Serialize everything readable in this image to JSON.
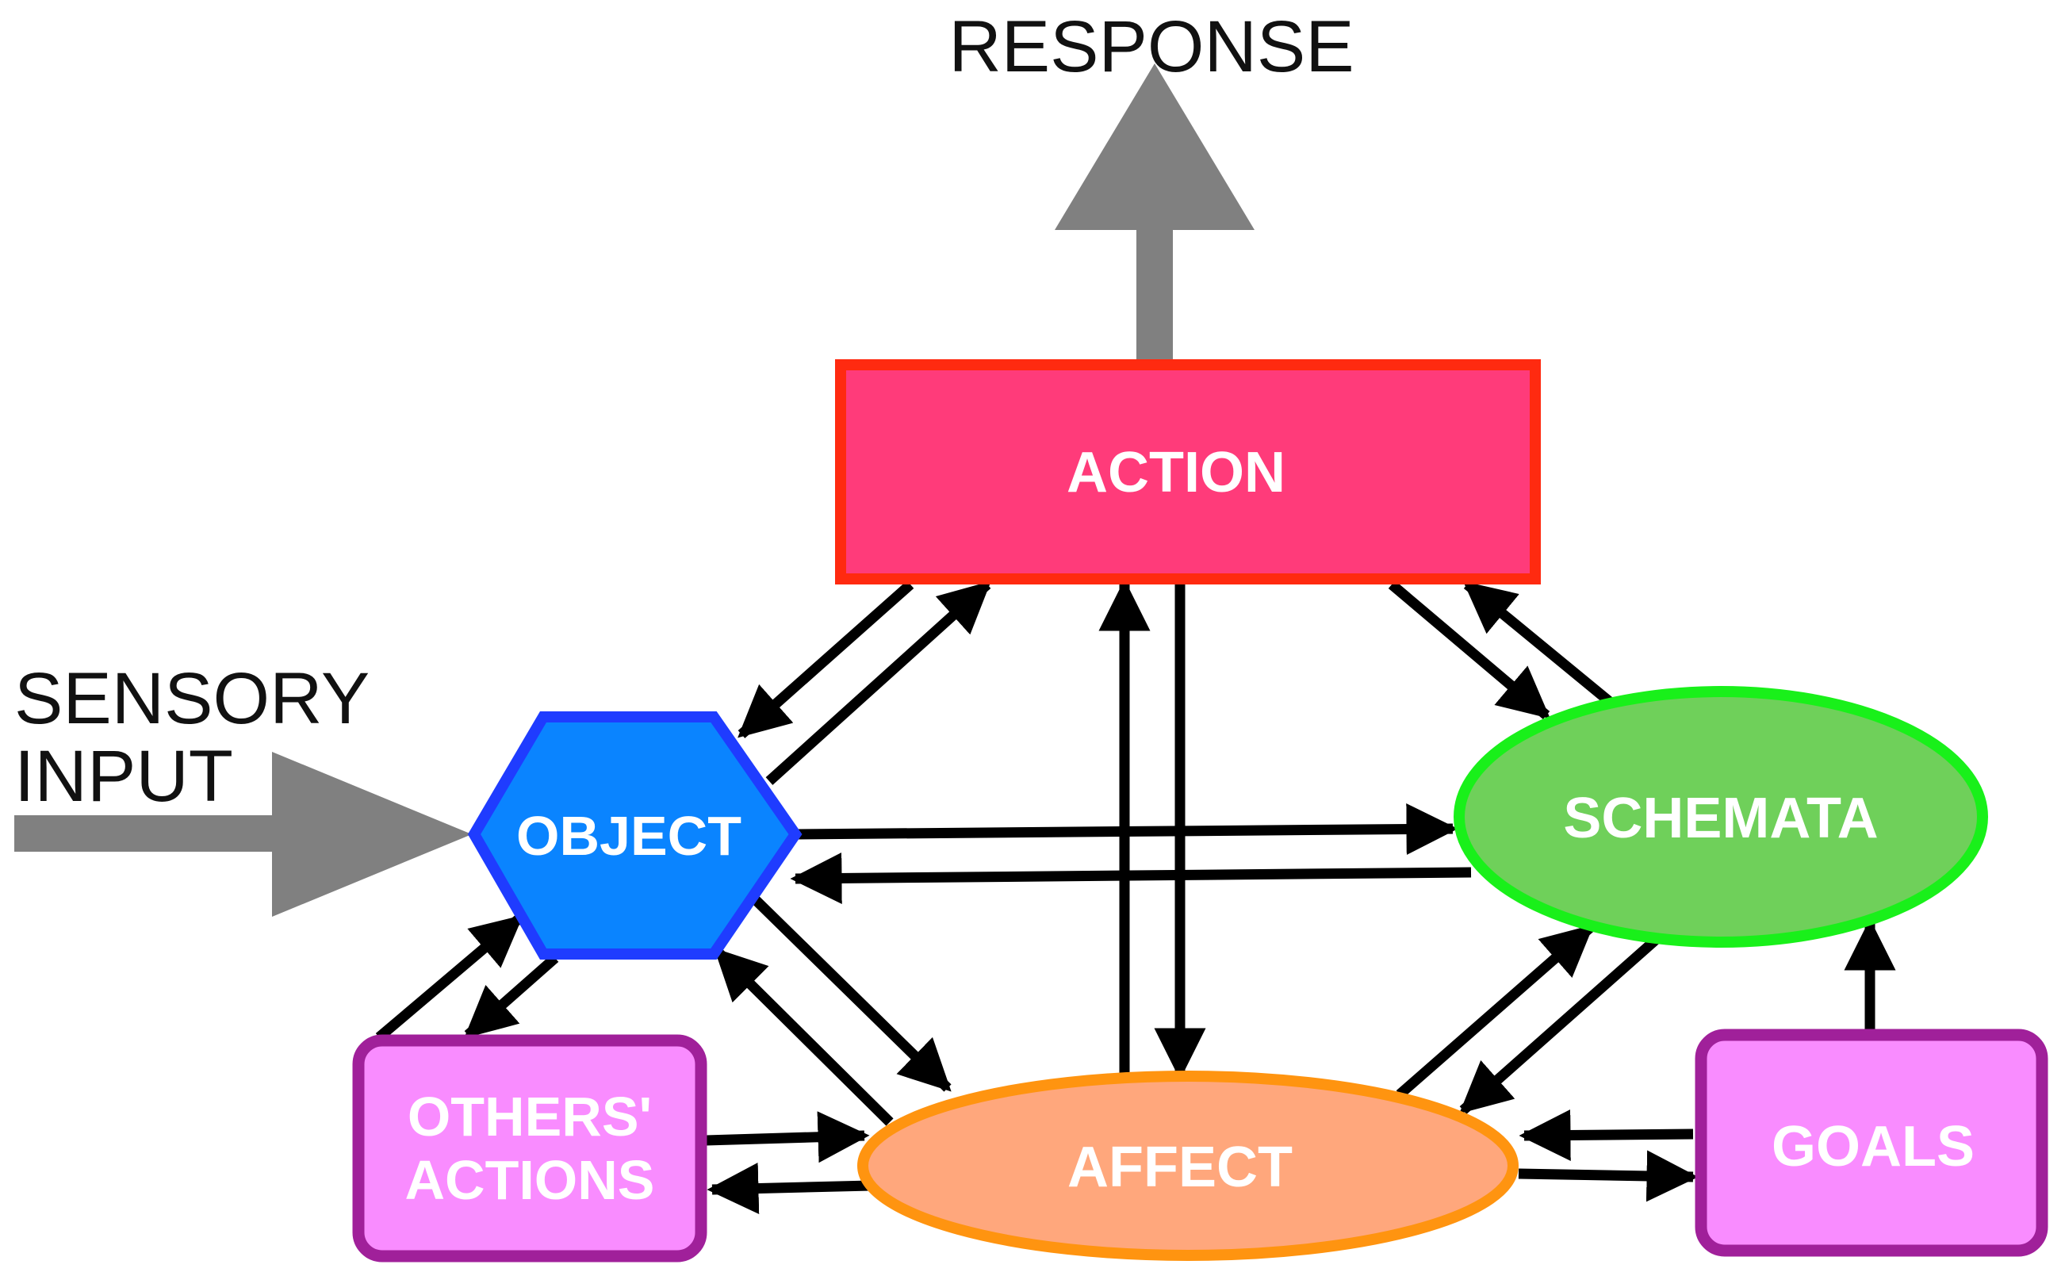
{
  "labels": {
    "response": "RESPONSE",
    "sensory_line1": "SENSORY",
    "sensory_line2": "INPUT"
  },
  "nodes": {
    "action": {
      "label": "ACTION",
      "fill": "#ff3b7a",
      "stroke": "#ff2a10"
    },
    "object": {
      "label": "OBJECT",
      "fill": "#0a84ff",
      "stroke": "#1f3cff"
    },
    "schemata": {
      "label": "SCHEMATA",
      "fill": "#6fd05a",
      "stroke": "#19f01a"
    },
    "affect": {
      "label": "AFFECT",
      "fill": "#ffa77c",
      "stroke": "#ff9410"
    },
    "others_actions": {
      "label_line1": "OTHERS'",
      "label_line2": "ACTIONS",
      "fill": "#f98cff",
      "stroke": "#a0209a"
    },
    "goals": {
      "label": "GOALS",
      "fill": "#f98cff",
      "stroke": "#a0209a"
    }
  },
  "colors": {
    "arrow": "#000000",
    "io_arrow": "#808080"
  }
}
